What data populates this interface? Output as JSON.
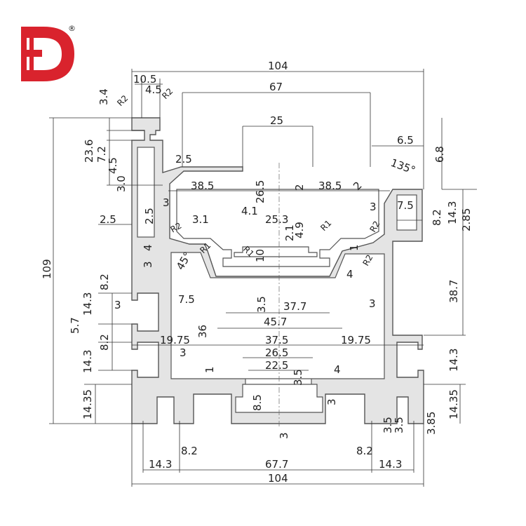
{
  "brand": {
    "logo_letters": "HD",
    "registered_mark": "®",
    "logo_color": "#d9232d"
  },
  "drawing": {
    "profile_fill": "#e4e4e4",
    "line_color": "#333333"
  },
  "dims": {
    "top_width": "104",
    "width_67": "67",
    "width_25": "25",
    "d_10_5": "10.5",
    "d_4_5_top": "4.5",
    "d_R2_top": "R2",
    "d_R2_top2": "R2",
    "d_3_4": "3.4",
    "d_23_6": "23.6",
    "d_7_2": "7.2",
    "d_4_5_left": "4.5",
    "d_3_0": "3.0",
    "d_2_5_a": "2.5",
    "d_2_5_b": "2.5",
    "d_2_5_c": "2.5",
    "d_38_5_left": "38.5",
    "d_38_5_right": "38.5",
    "d_26_5_v": "26.5",
    "d_2_a": "2",
    "d_2_b": "2",
    "d_6_5": "6.5",
    "d_6_8": "6.8",
    "d_135": "135°",
    "d_3_right": "3",
    "d_7_5_small": "7.5",
    "d_8_2_right": "8.2",
    "d_14_3_right_v": "14.3",
    "d_2_85": "2.85",
    "d_3_left_a": "3",
    "d_3_1": "3.1",
    "d_4_1": "4.1",
    "d_25_3": "25.3",
    "d_4_9": "4.9",
    "d_2_1": "2.1",
    "d_R1_a": "R1",
    "d_R2_left": "R2",
    "d_R2_right": "R2",
    "d_R1_b": "R1",
    "d_R1_c": "R1",
    "d_4_left": "4",
    "d_3_left_b": "3",
    "d_10": "10",
    "d_4_right": "4",
    "d_1": "1",
    "d_R2_right2": "R2",
    "d_45": "45°",
    "d_38_7": "38.7",
    "d_109": "109",
    "d_8_2_left": "8.2",
    "d_14_3_left_a": "14.3",
    "d_3_left_c": "3",
    "d_7_5_mid": "7.5",
    "d_5_7": "5.7",
    "d_3_5_mid": "3.5",
    "d_37_7": "37.7",
    "d_45_7": "45.7",
    "d_3_right_mid": "3",
    "d_8_2_left_b": "8.2",
    "d_36": "36",
    "d_19_75_left": "19.75",
    "d_37_5": "37.5",
    "d_19_75_right": "19.75",
    "d_3_left_d": "3",
    "d_14_3_left_b": "14.3",
    "d_14_3_right_b": "14.3",
    "d_26_5_bottom": "26.5",
    "d_22_5": "22.5",
    "d_1_b": "1",
    "d_4_b": "4",
    "d_3_5_b": "3.5",
    "d_14_35_left": "14.35",
    "d_14_35_right": "14.35",
    "d_8_5": "8.5",
    "d_3_b": "3",
    "d_3_c": "3",
    "d_3_5_c": "3.5",
    "d_3_5_d": "3.5",
    "d_3_85": "3.85",
    "d_8_2_bl": "8.2",
    "d_8_2_br": "8.2",
    "d_14_3_bl": "14.3",
    "d_67_7": "67.7",
    "d_14_3_br": "14.3",
    "bottom_width": "104"
  }
}
